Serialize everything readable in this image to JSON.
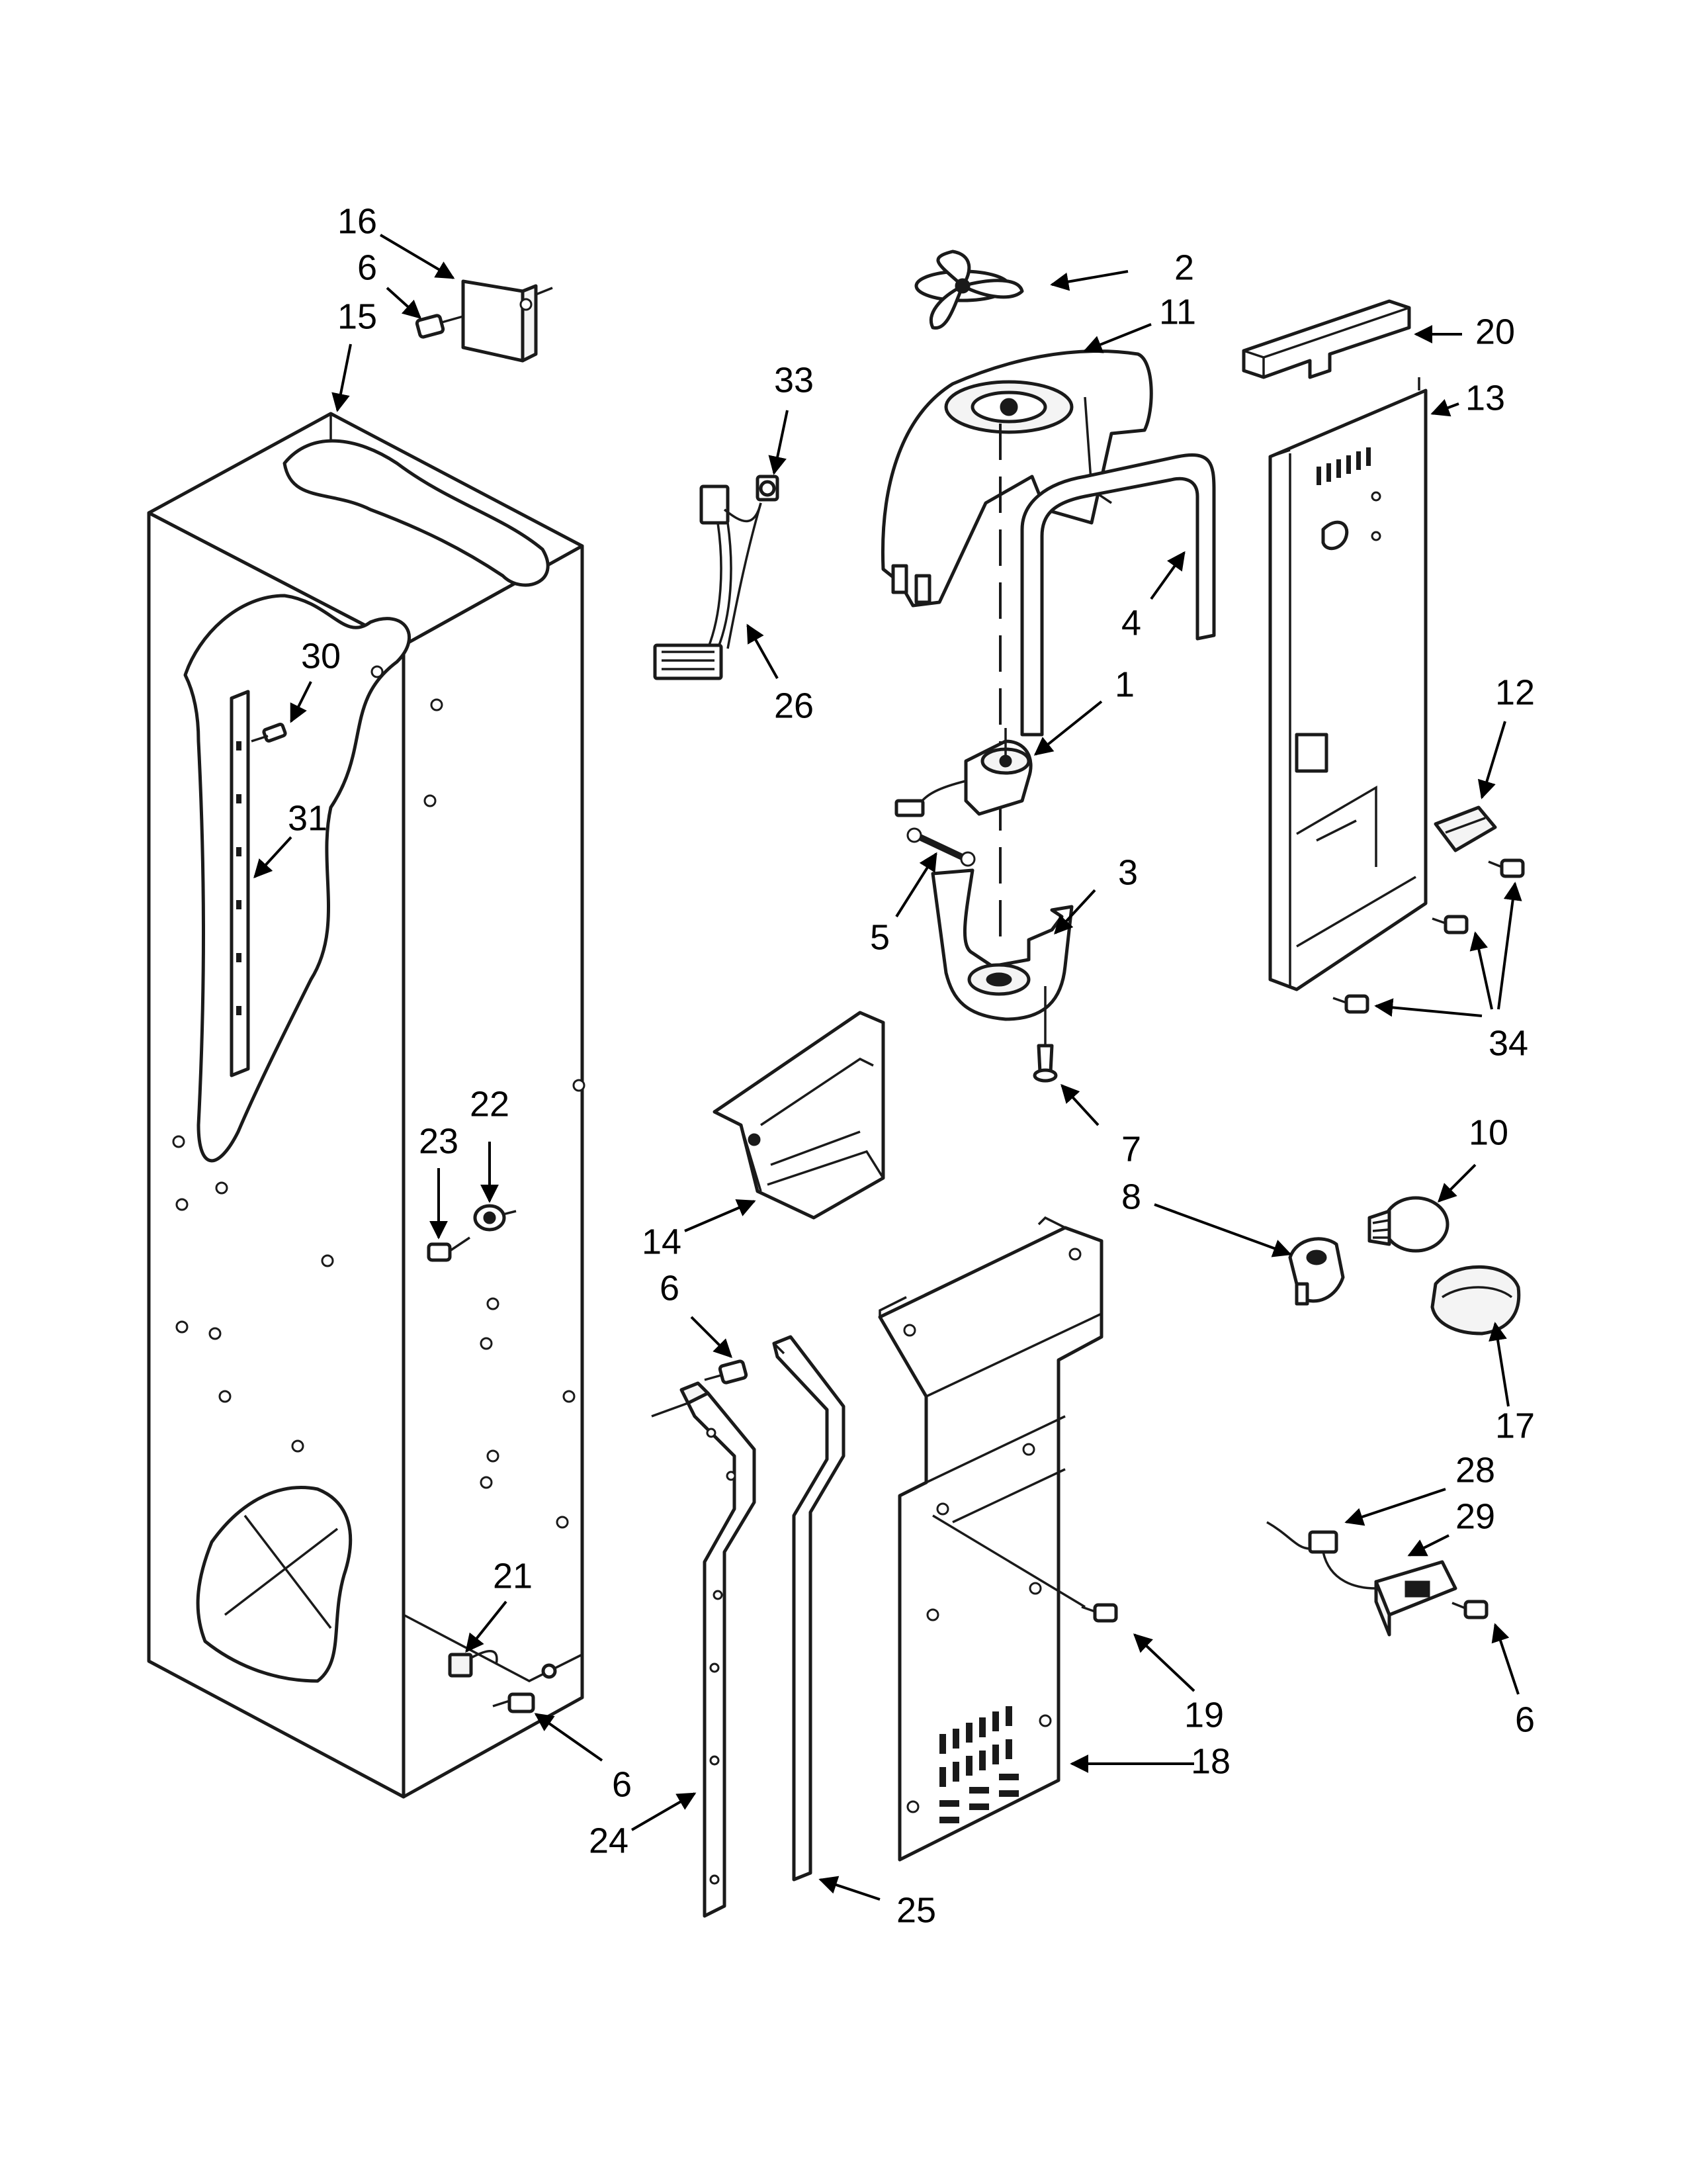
{
  "callouts": [
    {
      "id": "c16a",
      "label": "16"
    },
    {
      "id": "c6a",
      "label": "6"
    },
    {
      "id": "c15",
      "label": "15"
    },
    {
      "id": "c33",
      "label": "33"
    },
    {
      "id": "c26",
      "label": "26"
    },
    {
      "id": "c2",
      "label": "2"
    },
    {
      "id": "c11",
      "label": "11"
    },
    {
      "id": "c4",
      "label": "4"
    },
    {
      "id": "c1",
      "label": "1"
    },
    {
      "id": "c5",
      "label": "5"
    },
    {
      "id": "c3",
      "label": "3"
    },
    {
      "id": "c7",
      "label": "7"
    },
    {
      "id": "c20",
      "label": "20"
    },
    {
      "id": "c13",
      "label": "13"
    },
    {
      "id": "c12",
      "label": "12"
    },
    {
      "id": "c34",
      "label": "34"
    },
    {
      "id": "c30",
      "label": "30"
    },
    {
      "id": "c31",
      "label": "31"
    },
    {
      "id": "c22",
      "label": "22"
    },
    {
      "id": "c23",
      "label": "23"
    },
    {
      "id": "c14",
      "label": "14"
    },
    {
      "id": "c10",
      "label": "10"
    },
    {
      "id": "c8",
      "label": "8"
    },
    {
      "id": "c17",
      "label": "17"
    },
    {
      "id": "c6b",
      "label": "6"
    },
    {
      "id": "c28",
      "label": "28"
    },
    {
      "id": "c29",
      "label": "29"
    },
    {
      "id": "c19",
      "label": "19"
    },
    {
      "id": "c6c",
      "label": "6"
    },
    {
      "id": "c18",
      "label": "18"
    },
    {
      "id": "c21",
      "label": "21"
    },
    {
      "id": "c6d",
      "label": "6"
    },
    {
      "id": "c24",
      "label": "24"
    },
    {
      "id": "c25",
      "label": "25"
    }
  ]
}
